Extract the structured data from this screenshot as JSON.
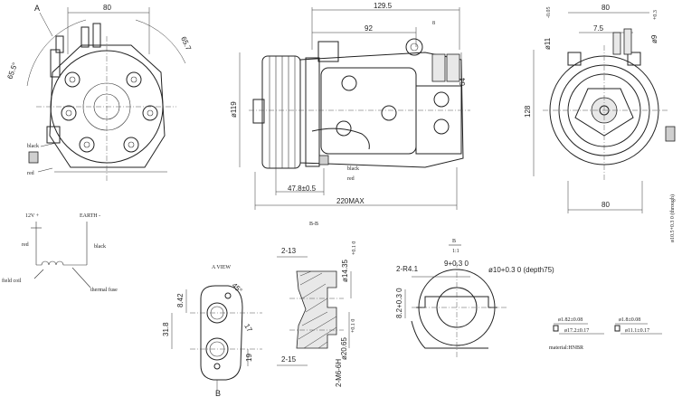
{
  "front_view": {
    "view_marker": "A",
    "width_dim": "80",
    "angle_left": "65.5°",
    "angle_right": "65.7",
    "wire_black": "black",
    "wire_red": "red"
  },
  "side_view": {
    "overall_length": "129.5",
    "hole_spacing": "92",
    "hole_count": "8",
    "height_dim": "64",
    "pulley_dia": "ø119",
    "pulley_offset": "47.8±0.5",
    "max_length": "220MAX",
    "wire_black": "black",
    "wire_red": "red"
  },
  "rear_view": {
    "width_top": "80",
    "offset": "7.5",
    "hole_dia_1": "ø11",
    "hole_dia_1_tol": "-0.05",
    "hole_dia_2": "ø9",
    "hole_dia_2_tol": "+0.3",
    "height": "128",
    "width_bottom": "80",
    "through_hole": "ø10.5+0.3 0 (through)"
  },
  "wiring": {
    "supply_label": "12V +",
    "earth_label": "EARTH -",
    "red_label": "red",
    "black_label": "black",
    "field_coil_label": "field coil",
    "thermal_fuse_label": "thermal fuse"
  },
  "section_a": {
    "view_title": "A VIEW",
    "dim_8_42": "8.42",
    "dim_31_8": "31.8",
    "dim_19": "19",
    "dim_17": "17",
    "angle": "45°",
    "marker_b": "B"
  },
  "section_bb": {
    "title": "B-B",
    "note_top": "2-13",
    "note_bottom": "2-15",
    "dia_top": "ø14.35",
    "dia_top_tol": "+0.1 0",
    "dia_bottom": "ø20.65",
    "dia_bottom_tol": "+0.1 0",
    "thread": "2-M6-6H"
  },
  "section_c": {
    "title": "B",
    "title_sub": "1:1",
    "radius_note": "2-R4.1",
    "width_note": "9+0.3 0",
    "depth_note": "ø10+0.3 0 (depth75)",
    "height_note": "8.2+0.3 0"
  },
  "orings": {
    "ring1_section": "ø1.82±0.08",
    "ring1_id": "ø17.2±0.17",
    "ring2_section": "ø1.8±0.08",
    "ring2_id": "ø11.1±0.17",
    "material": "material:HNBR"
  }
}
